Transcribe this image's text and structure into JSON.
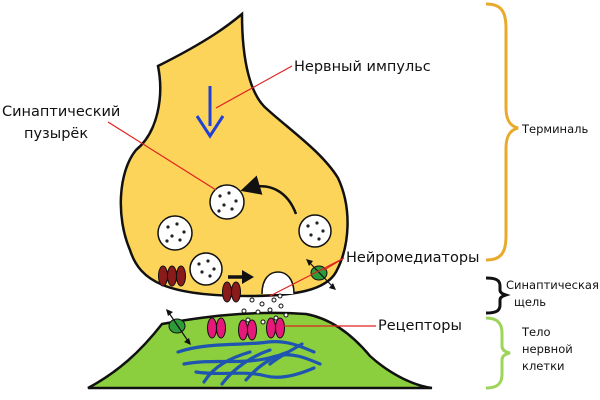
{
  "labels": {
    "impulse": "Нервный импульс",
    "vesicle_line1": "Синаптический",
    "vesicle_line2": "пузырёк",
    "neurotransmitters": "Нейромедиаторы",
    "receptors": "Рецепторы",
    "terminal": "Терминаль",
    "cleft_line1": "Синаптическая",
    "cleft_line2": "щель",
    "body_line1": "Тело",
    "body_line2": "нервной",
    "body_line3": "клетки"
  },
  "colors": {
    "terminal_fill": "#fcd45a",
    "cell_body_fill": "#8ccf3e",
    "terminal_brace": "#e9aa2c",
    "cleft_brace": "#111111",
    "body_brace": "#9ed45a",
    "impulse_arrow": "#1f3fd6",
    "leader_lines": "#e02020",
    "channel": "#8b1a1a",
    "receptor": "#e6197a",
    "transporter": "#2e9b3a",
    "filaments": "#1f55b0"
  }
}
